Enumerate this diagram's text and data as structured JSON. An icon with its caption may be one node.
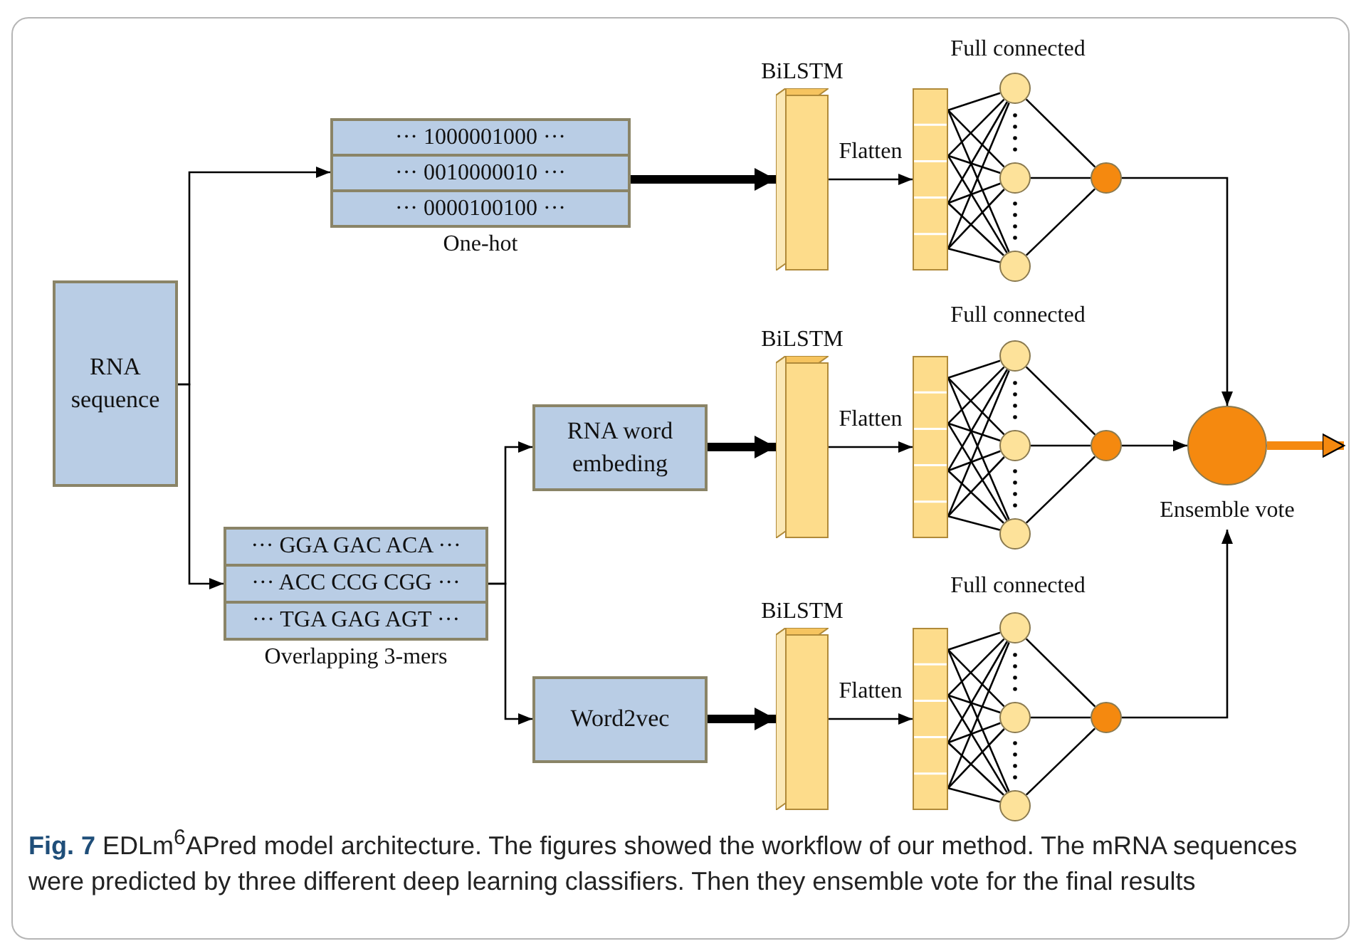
{
  "diagram": {
    "caption": "**Fig. 7** EDLm$^{6}$APred model architecture. The figures showed the workflow of our method. The mRNA sequences were predicted by three different deep learning classifiers. Then they ensemble vote for the final results",
    "nodes": [
      {
        "text": [
          "RNA sequence"
        ]
      },
      {
        "text": [
          "··· 1000001000 ···",
          "··· 0010000010 ···",
          "··· 0000100100 ···"
        ],
        "beside": [
          "One-hot"
        ]
      },
      {
        "text": [
          "··· GGA GAC ACA ···",
          "··· ACC CCG CGG ···",
          "··· TGA GAG AGT ···"
        ],
        "beside": [
          "Overlapping 3-mers"
        ]
      },
      {
        "text": [
          "RNA word embeding"
        ]
      },
      {
        "text": [
          "Word2vec"
        ]
      },
      {
        "text": [
          "BiLSTM"
        ]
      },
      {
        "text": [],
        "shape": "bar"
      },
      {
        "text": [],
        "shape": "circle"
      },
      {
        "text": [],
        "shape": "circle"
      },
      {
        "text": [],
        "shape": "circle"
      },
      {
        "text": [],
        "shape": "circle"
      },
      {
        "text": [
          "BiLSTM"
        ]
      },
      {
        "text": [],
        "shape": "bar"
      },
      {
        "text": [],
        "shape": "circle"
      },
      {
        "text": [],
        "shape": "circle"
      },
      {
        "text": [],
        "shape": "circle"
      },
      {
        "text": [],
        "shape": "circle"
      },
      {
        "text": [
          "BiLSTM"
        ]
      },
      {
        "text": [],
        "shape": "bar"
      },
      {
        "text": [],
        "shape": "circle"
      },
      {
        "text": [],
        "shape": "circle"
      },
      {
        "text": [],
        "shape": "circle"
      },
      {
        "text": [],
        "shape": "circle"
      },
      {
        "text": [
          "Ensemble vote"
        ]
      }
    ],
    "edges": [
      {
        "from": 0,
        "to": 1,
        "arrow": "to"
      },
      {
        "from": 0,
        "to": 2,
        "arrow": "to"
      },
      {
        "from": 2,
        "to": 3,
        "arrow": "to"
      },
      {
        "from": 2,
        "to": 4,
        "arrow": "to"
      },
      {
        "from": 1,
        "to": 5,
        "arrow": "to",
        "style": "thick"
      },
      {
        "from": 3,
        "to": 11,
        "arrow": "to",
        "style": "thick"
      },
      {
        "from": 4,
        "to": 17,
        "arrow": "to",
        "style": "thick"
      },
      {
        "from": 5,
        "to": 6,
        "arrow": "to",
        "label": "Flatten"
      },
      {
        "from": 11,
        "to": 12,
        "arrow": "to",
        "label": "Flatten"
      },
      {
        "from": 17,
        "to": 18,
        "arrow": "to",
        "label": "Flatten"
      },
      {
        "from": 6,
        "to": 7,
        "arrow": "none"
      },
      {
        "from": 6,
        "to": 8,
        "arrow": "none"
      },
      {
        "from": 6,
        "to": 9,
        "arrow": "none"
      },
      {
        "from": 6,
        "to": 7,
        "arrow": "none"
      },
      {
        "from": 6,
        "to": 8,
        "arrow": "none"
      },
      {
        "from": 6,
        "to": 9,
        "arrow": "none"
      },
      {
        "from": 6,
        "to": 7,
        "arrow": "none"
      },
      {
        "from": 6,
        "to": 8,
        "arrow": "none"
      },
      {
        "from": 6,
        "to": 9,
        "arrow": "none"
      },
      {
        "from": 6,
        "to": 7,
        "arrow": "none"
      },
      {
        "from": 6,
        "to": 8,
        "arrow": "none"
      },
      {
        "from": 6,
        "to": 9,
        "arrow": "none"
      },
      {
        "from": 12,
        "to": 13,
        "arrow": "none"
      },
      {
        "from": 12,
        "to": 14,
        "arrow": "none"
      },
      {
        "from": 12,
        "to": 15,
        "arrow": "none"
      },
      {
        "from": 12,
        "to": 13,
        "arrow": "none"
      },
      {
        "from": 12,
        "to": 14,
        "arrow": "none"
      },
      {
        "from": 12,
        "to": 15,
        "arrow": "none"
      },
      {
        "from": 12,
        "to": 13,
        "arrow": "none"
      },
      {
        "from": 12,
        "to": 14,
        "arrow": "none"
      },
      {
        "from": 12,
        "to": 15,
        "arrow": "none"
      },
      {
        "from": 12,
        "to": 13,
        "arrow": "none"
      },
      {
        "from": 12,
        "to": 14,
        "arrow": "none"
      },
      {
        "from": 12,
        "to": 15,
        "arrow": "none"
      },
      {
        "from": 18,
        "to": 19,
        "arrow": "none"
      },
      {
        "from": 18,
        "to": 20,
        "arrow": "none"
      },
      {
        "from": 18,
        "to": 21,
        "arrow": "none"
      },
      {
        "from": 18,
        "to": 19,
        "arrow": "none"
      },
      {
        "from": 18,
        "to": 20,
        "arrow": "none"
      },
      {
        "from": 18,
        "to": 21,
        "arrow": "none"
      },
      {
        "from": 18,
        "to": 19,
        "arrow": "none"
      },
      {
        "from": 18,
        "to": 20,
        "arrow": "none"
      },
      {
        "from": 18,
        "to": 21,
        "arrow": "none"
      },
      {
        "from": 18,
        "to": 19,
        "arrow": "none"
      },
      {
        "from": 18,
        "to": 20,
        "arrow": "none"
      },
      {
        "from": 18,
        "to": 21,
        "arrow": "none"
      },
      {
        "from": 7,
        "to": 10,
        "arrow": "none"
      },
      {
        "from": 8,
        "to": 10,
        "arrow": "none"
      },
      {
        "from": 9,
        "to": 10,
        "arrow": "none"
      },
      {
        "from": 13,
        "to": 16,
        "arrow": "none"
      },
      {
        "from": 14,
        "to": 16,
        "arrow": "none"
      },
      {
        "from": 15,
        "to": 16,
        "arrow": "none"
      },
      {
        "from": 19,
        "to": 22,
        "arrow": "none"
      },
      {
        "from": 20,
        "to": 22,
        "arrow": "none"
      },
      {
        "from": 21,
        "to": 22,
        "arrow": "none"
      },
      {
        "from": 10,
        "to": 23,
        "arrow": "to"
      },
      {
        "from": 16,
        "to": 23,
        "arrow": "to"
      },
      {
        "from": 22,
        "to": 23,
        "arrow": "to"
      },
      {
        "from": 23,
        "to": null,
        "arrow": "to",
        "style": "thick",
        "color": "#f5890f"
      }
    ],
    "labels": [
      "Full connected",
      "Full connected",
      "Full connected"
    ]
  }
}
